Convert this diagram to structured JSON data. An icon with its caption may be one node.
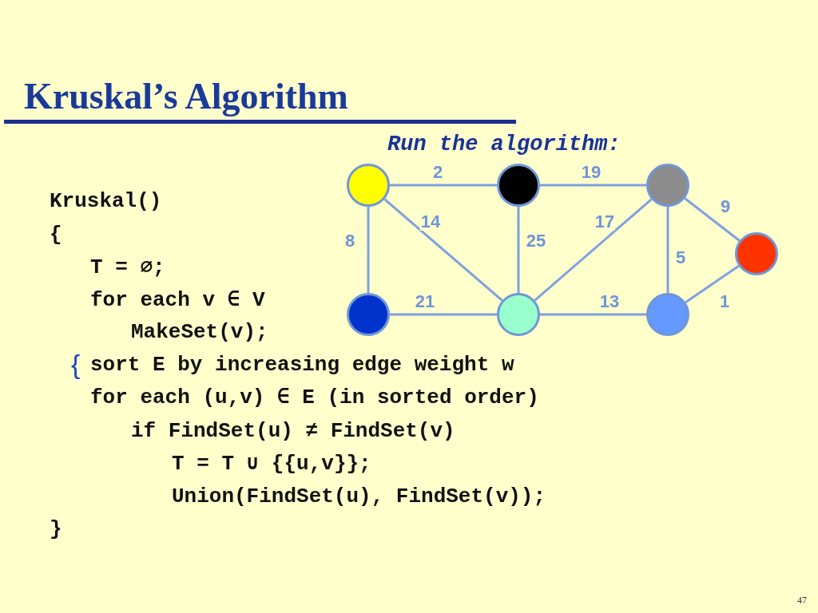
{
  "diagram": {
    "title": "Kruskal’s Algorithm",
    "nodes": [
      {
        "text": [],
        "shape": "circle"
      },
      {
        "text": [],
        "shape": "circle"
      },
      {
        "text": [],
        "shape": "circle"
      },
      {
        "text": [],
        "shape": "circle"
      },
      {
        "text": [],
        "shape": "circle"
      },
      {
        "text": [],
        "shape": "circle"
      },
      {
        "text": [],
        "shape": "circle"
      }
    ],
    "edges": [
      {
        "from": 0,
        "to": 1,
        "arrow": "none",
        "label": "2"
      },
      {
        "from": 1,
        "to": 2,
        "arrow": "none",
        "label": "19"
      },
      {
        "from": 0,
        "to": 4,
        "arrow": "none",
        "label": "8"
      },
      {
        "from": 0,
        "to": 5,
        "arrow": "none",
        "label": "14"
      },
      {
        "from": 1,
        "to": 5,
        "arrow": "none",
        "label": "25"
      },
      {
        "from": 5,
        "to": 2,
        "arrow": "none",
        "label": "17"
      },
      {
        "from": 2,
        "to": 3,
        "arrow": "none",
        "label": "9"
      },
      {
        "from": 2,
        "to": 6,
        "arrow": "none",
        "label": "5"
      },
      {
        "from": 4,
        "to": 5,
        "arrow": "none",
        "label": "21"
      },
      {
        "from": 5,
        "to": 6,
        "arrow": "none",
        "label": "13"
      },
      {
        "from": 6,
        "to": 3,
        "arrow": "none",
        "label": "1"
      }
    ],
    "labels": [
      "Run the algorithm:",
      "Kruskal()",
      "{",
      "T = ∅;",
      "for each v ∈ V",
      "MakeSet(v);",
      "{",
      "sort E by increasing edge weight w",
      "for each (u,v) ∈ E (in sorted order)",
      "if FindSet(u) ≠ FindSet(v)",
      "T = T ∪ {{u,v}};",
      "Union(FindSet(u), FindSet(v));",
      "}",
      "47"
    ]
  }
}
